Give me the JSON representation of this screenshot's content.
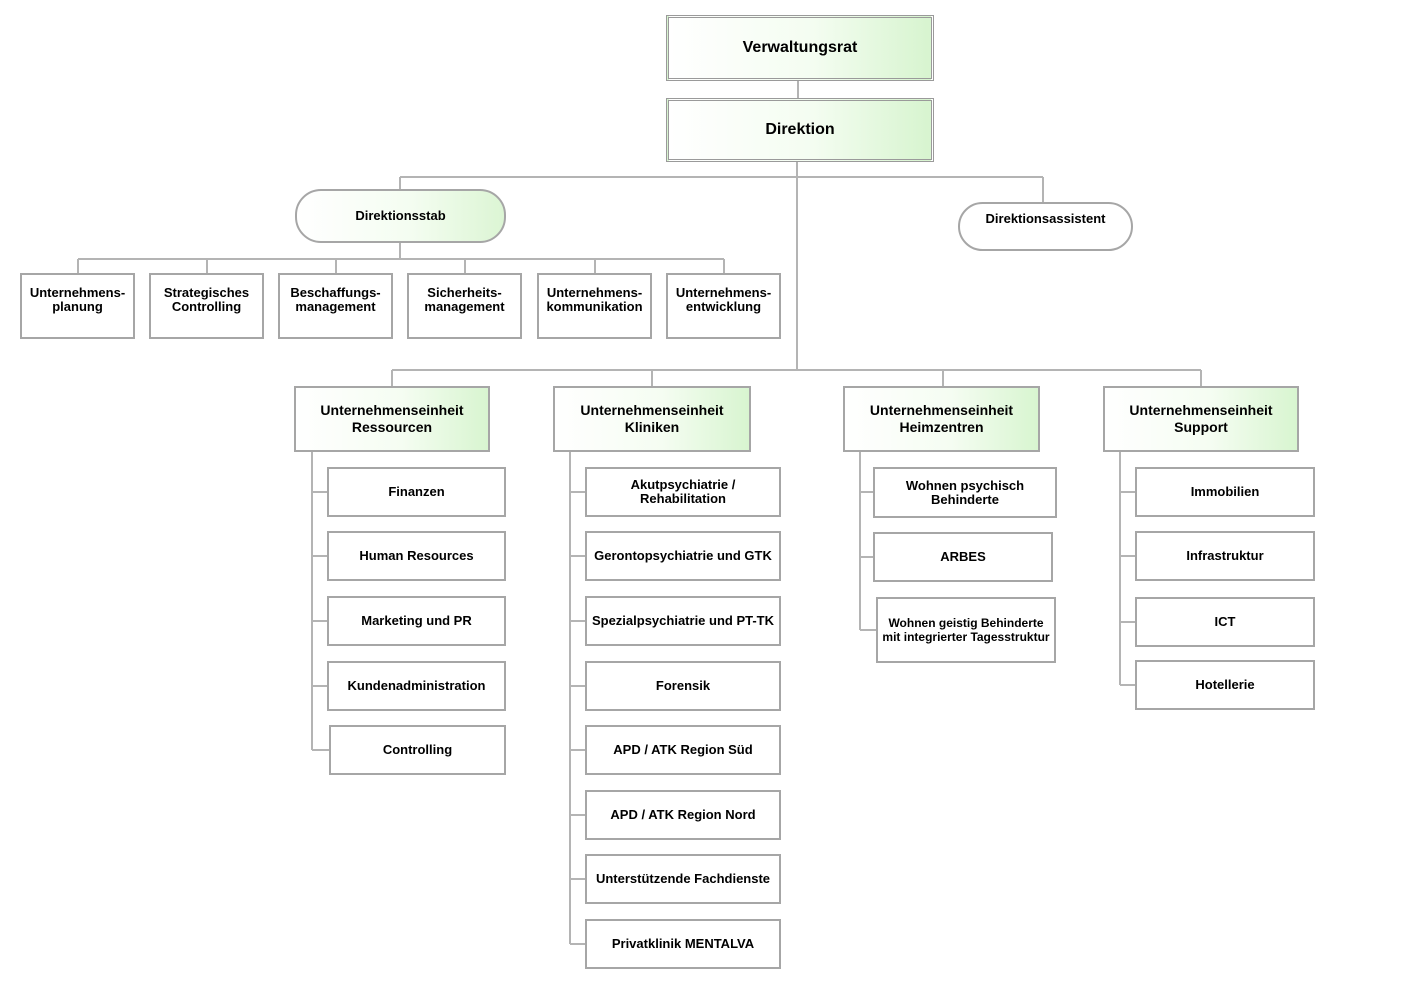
{
  "board": "Verwaltungsrat",
  "direction": "Direktion",
  "staff": {
    "title": "Direktionsstab",
    "assistant": "Direktionsassistent",
    "units": [
      "Unternehmens-\nplanung",
      "Strategisches\nControlling",
      "Beschaffungs-\nmanagement",
      "Sicherheits-\nmanagement",
      "Unternehmens-\nkommunikation",
      "Unternehmens-\nentwicklung"
    ]
  },
  "business_units": [
    {
      "title": "Unternehmenseinheit\nRessourcen",
      "children": [
        "Finanzen",
        "Human Resources",
        "Marketing und PR",
        "Kundenadministration",
        "Controlling"
      ]
    },
    {
      "title": "Unternehmenseinheit\nKliniken",
      "children": [
        "Akutpsychiatrie / Rehabilitation",
        "Gerontopsychiatrie und GTK",
        "Spezialpsychiatrie und PT-TK",
        "Forensik",
        "APD / ATK Region Süd",
        "APD / ATK Region Nord",
        "Unterstützende Fachdienste",
        "Privatklinik MENTALVA"
      ]
    },
    {
      "title": "Unternehmenseinheit\nHeimzentren",
      "children": [
        "Wohnen psychisch\nBehinderte",
        "ARBES",
        "Wohnen geistig Behinderte\nmit integrierter Tagesstruktur"
      ]
    },
    {
      "title": "Unternehmenseinheit\nSupport",
      "children": [
        "Immobilien",
        "Infrastruktur",
        "ICT",
        "Hotellerie"
      ]
    }
  ],
  "colors": {
    "line": "#b4b4b4",
    "border": "#a6a6a6",
    "accent": "#d7f4cf"
  }
}
